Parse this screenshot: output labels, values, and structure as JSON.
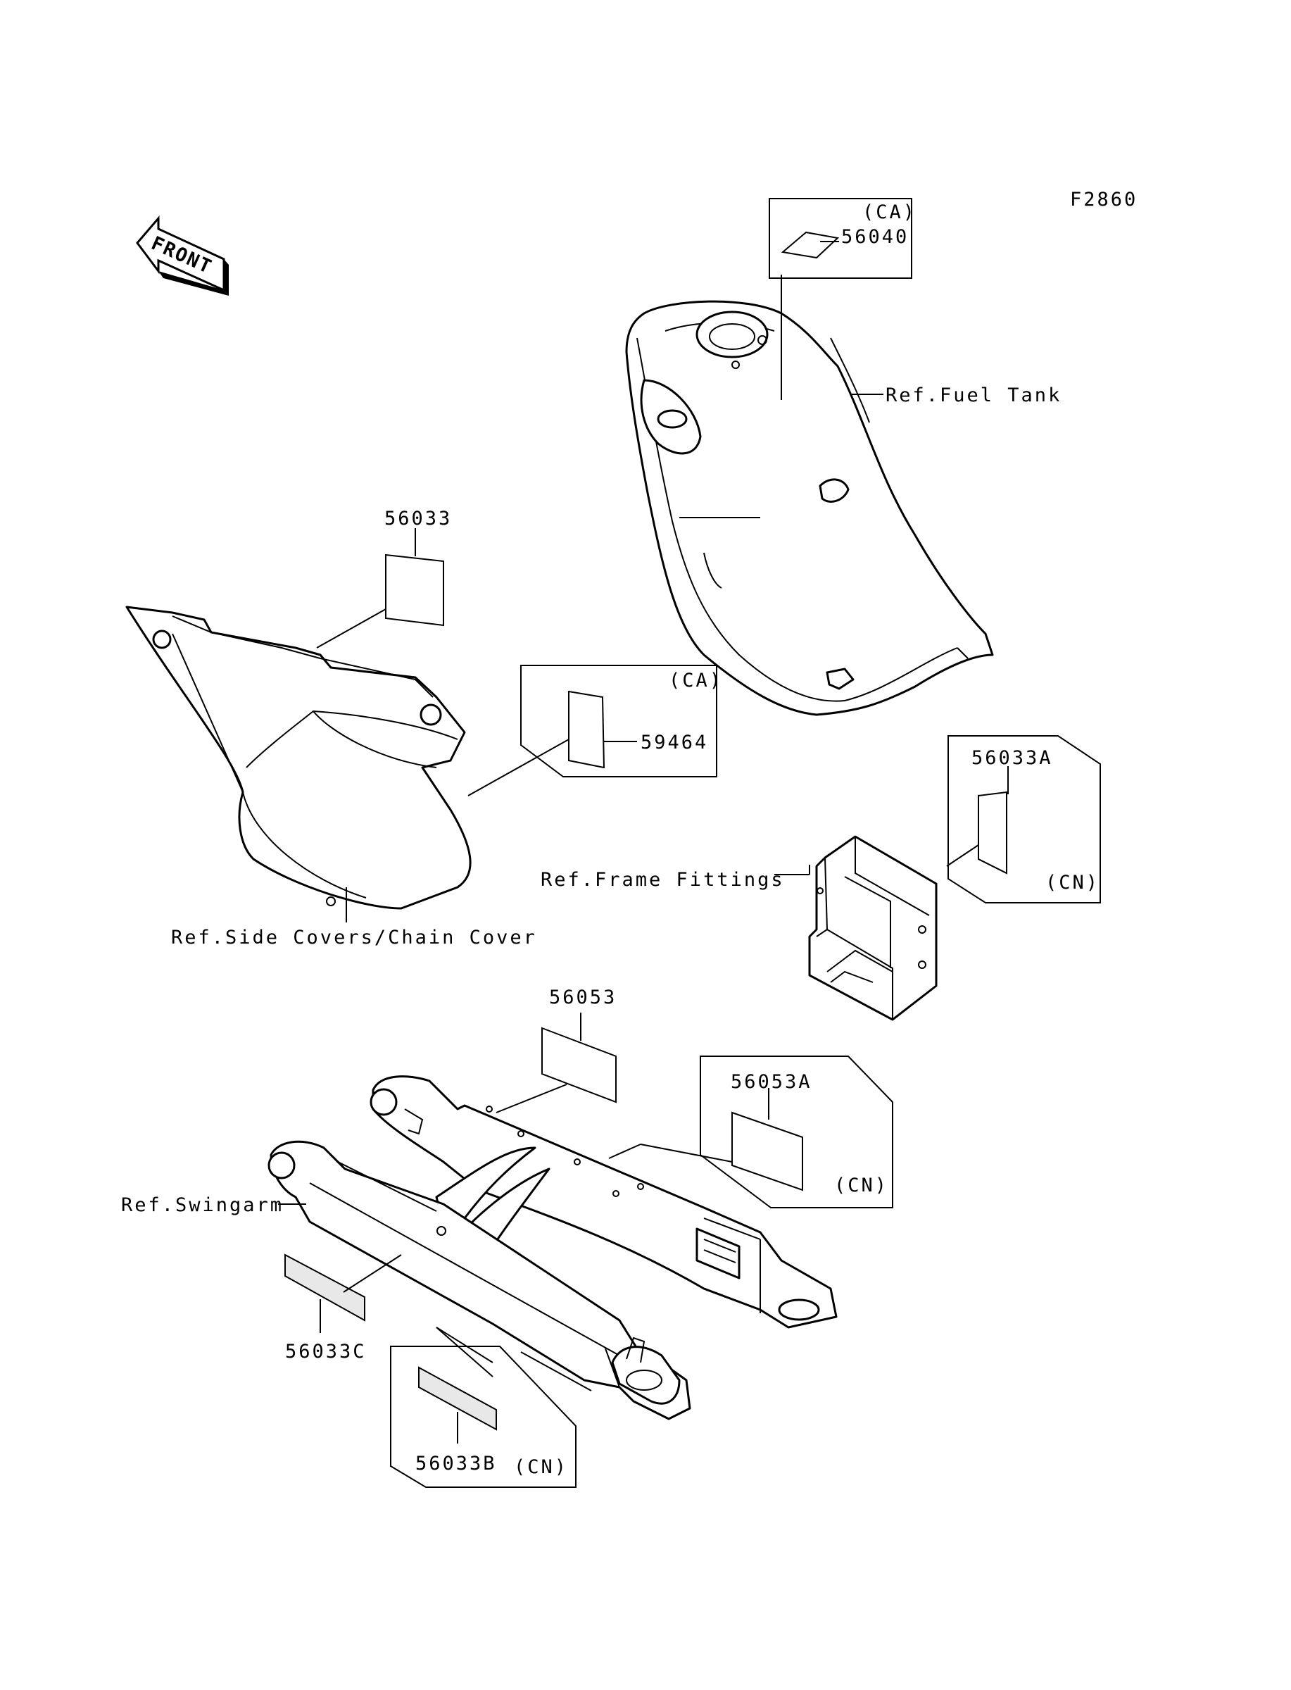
{
  "figure_id": "F2860",
  "front_arrow_label": "FRONT",
  "callouts": {
    "p56040": "56040",
    "p56040_region": "(CA)",
    "ref_fuel_tank": "Ref.Fuel Tank",
    "p56033": "56033",
    "p59464": "59464",
    "p59464_region": "(CA)",
    "p56033A": "56033A",
    "p56033A_region": "(CN)",
    "ref_frame_fittings": "Ref.Frame Fittings",
    "ref_side_covers": "Ref.Side Covers/Chain Cover",
    "p56053": "56053",
    "p56053A": "56053A",
    "p56053A_region": "(CN)",
    "ref_swingarm": "Ref.Swingarm",
    "p56033C": "56033C",
    "p56033B": "56033B",
    "p56033B_region": "(CN)"
  },
  "colors": {
    "line": "#000000",
    "background": "#ffffff"
  }
}
